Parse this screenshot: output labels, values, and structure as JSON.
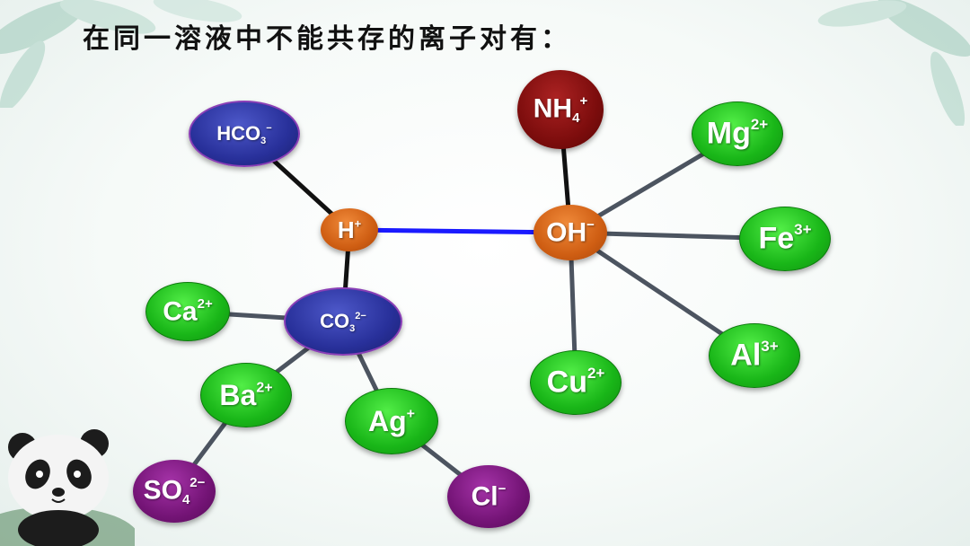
{
  "title": "在同一溶液中不能共存的离子对有：",
  "colors": {
    "link_blue": "#1a1aff",
    "link_gray": "#4c5460",
    "link_black": "#111111"
  },
  "ions": {
    "hco3": {
      "base": "HCO",
      "sub": "3",
      "sup": "−"
    },
    "h": {
      "base": "H",
      "sub": "",
      "sup": "+"
    },
    "co3": {
      "base": "CO",
      "sub": "3",
      "sup": "2−"
    },
    "ca": {
      "base": "Ca",
      "sub": "",
      "sup": "2+"
    },
    "ba": {
      "base": "Ba",
      "sub": "",
      "sup": "2+"
    },
    "so4": {
      "base": "SO",
      "sub": "4",
      "sup": "2−"
    },
    "ag": {
      "base": "Ag",
      "sub": "",
      "sup": "+"
    },
    "cl": {
      "base": "Cl",
      "sub": "",
      "sup": "−"
    },
    "nh4": {
      "base": "NH",
      "sub": "4",
      "sup": "+"
    },
    "oh": {
      "base": "OH",
      "sub": "",
      "sup": "−"
    },
    "mg": {
      "base": "Mg",
      "sub": "",
      "sup": "2+"
    },
    "fe": {
      "base": "Fe",
      "sub": "",
      "sup": "3+"
    },
    "al": {
      "base": "Al",
      "sub": "",
      "sup": "3+"
    },
    "cu": {
      "base": "Cu",
      "sub": "",
      "sup": "2+"
    }
  },
  "edges": [
    {
      "from": "hco3",
      "to": "h",
      "color": "link_black"
    },
    {
      "from": "h",
      "to": "co3",
      "color": "link_black"
    },
    {
      "from": "h",
      "to": "oh",
      "color": "link_blue"
    },
    {
      "from": "ca",
      "to": "co3",
      "color": "link_gray"
    },
    {
      "from": "co3",
      "to": "ba",
      "color": "link_gray"
    },
    {
      "from": "co3",
      "to": "ag",
      "color": "link_gray"
    },
    {
      "from": "ba",
      "to": "so4",
      "color": "link_gray"
    },
    {
      "from": "ag",
      "to": "cl",
      "color": "link_gray"
    },
    {
      "from": "nh4",
      "to": "oh",
      "color": "link_black"
    },
    {
      "from": "oh",
      "to": "mg",
      "color": "link_gray"
    },
    {
      "from": "oh",
      "to": "fe",
      "color": "link_gray"
    },
    {
      "from": "oh",
      "to": "al",
      "color": "link_gray"
    },
    {
      "from": "oh",
      "to": "cu",
      "color": "link_gray"
    }
  ]
}
